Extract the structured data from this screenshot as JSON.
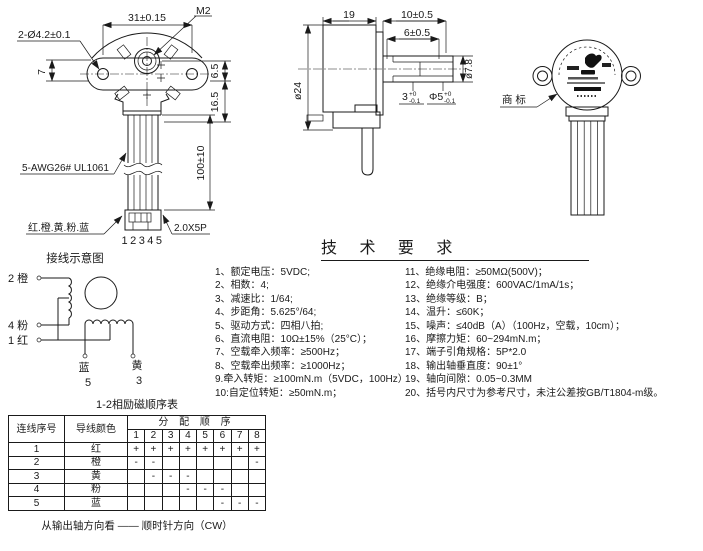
{
  "front_view": {
    "holes_label": "2-Ø4.2±0.1",
    "width_dim": "31±0.15",
    "thread_label": "M2",
    "ear_dim": "7",
    "shaft_offset_dim": "6.5",
    "body_dim": "16.5",
    "wire_spec": "5-AWG26# UL1061",
    "lead_length_dim": "100±10",
    "wire_colors": "红.橙.黄.粉.蓝",
    "pin_numbers": "12345",
    "connector_label": "2.0X5P"
  },
  "side_view": {
    "depth_dim": "19",
    "shaft_len_dim": "10±0.5",
    "flat_len_dim": "6±0.5",
    "body_dia_dim": "ø24",
    "boss_dia_dim": "ø7.8",
    "flat_dim": "3",
    "flat_tol_up": "+0",
    "flat_tol_dn": "-0.1",
    "shaft_dia_dim": "Φ5",
    "shaft_tol_up": "+0",
    "shaft_tol_dn": "-0.1"
  },
  "back_view": {
    "trademark_label": "商 标"
  },
  "wiring": {
    "title": "接线示意图",
    "t2": "2 橙",
    "t4": "4 粉",
    "t1": "1 红",
    "blue": "蓝",
    "blue_num": "5",
    "yellow": "黄",
    "yellow_num": "3"
  },
  "requirements": {
    "title": "技 术 要 求",
    "left": [
      "1、额定电压：5VDC;",
      "2、相数：4;",
      "3、减速比：1/64;",
      "4、步距角：5.625°/64;",
      "5、驱动方式：四相八拍;",
      "6、直流电阻：10Ω±15%（25°C）；",
      "7、空载牵入频率：≥500Hz；",
      "8、空载牵出频率：≥1000Hz；",
      "9.牵入转矩：≥100mN.m（5VDC，100Hz）",
      "10:自定位转矩：≥50mN.m；"
    ],
    "right": [
      "11、绝缘电阻：≥50MΩ(500V)；",
      "12、绝缘介电强度：600VAC/1mA/1s；",
      "13、绝缘等级：B；",
      "14、温升：≤60K；",
      "15、噪声：≤40dB（A）（100Hz，空载，10cm）；",
      "16、摩擦力矩：60~294mN.m；",
      "17、端子引角规格：5P*2.0",
      "18、输出轴垂直度：90±1°",
      "19、轴向间隙：0.05~0.3MM",
      "20、括号内尺寸为参考尺寸，未注公差按GB/T1804-m级。"
    ]
  },
  "sequence_table": {
    "title": "1-2相励磁顺序表",
    "col_wire_num": "连线序号",
    "col_wire_color": "导线颜色",
    "col_sequence": "分 配 顺 序",
    "steps": [
      "1",
      "2",
      "3",
      "4",
      "5",
      "6",
      "7",
      "8"
    ],
    "rows": [
      {
        "num": "1",
        "color": "红",
        "cells": [
          "+",
          "+",
          "+",
          "+",
          "+",
          "+",
          "+",
          "+"
        ]
      },
      {
        "num": "2",
        "color": "橙",
        "cells": [
          "-",
          "-",
          "",
          "",
          "",
          "",
          "",
          "-"
        ]
      },
      {
        "num": "3",
        "color": "黄",
        "cells": [
          "",
          "-",
          "-",
          "-",
          "",
          "",
          "",
          ""
        ]
      },
      {
        "num": "4",
        "color": "粉",
        "cells": [
          "",
          "",
          "",
          "-",
          "-",
          "-",
          "",
          ""
        ]
      },
      {
        "num": "5",
        "color": "蓝",
        "cells": [
          "",
          "",
          "",
          "",
          "",
          "-",
          "-",
          "-"
        ]
      }
    ]
  },
  "footer_note": "从输出轴方向看 —— 顺时针方向（CW）"
}
